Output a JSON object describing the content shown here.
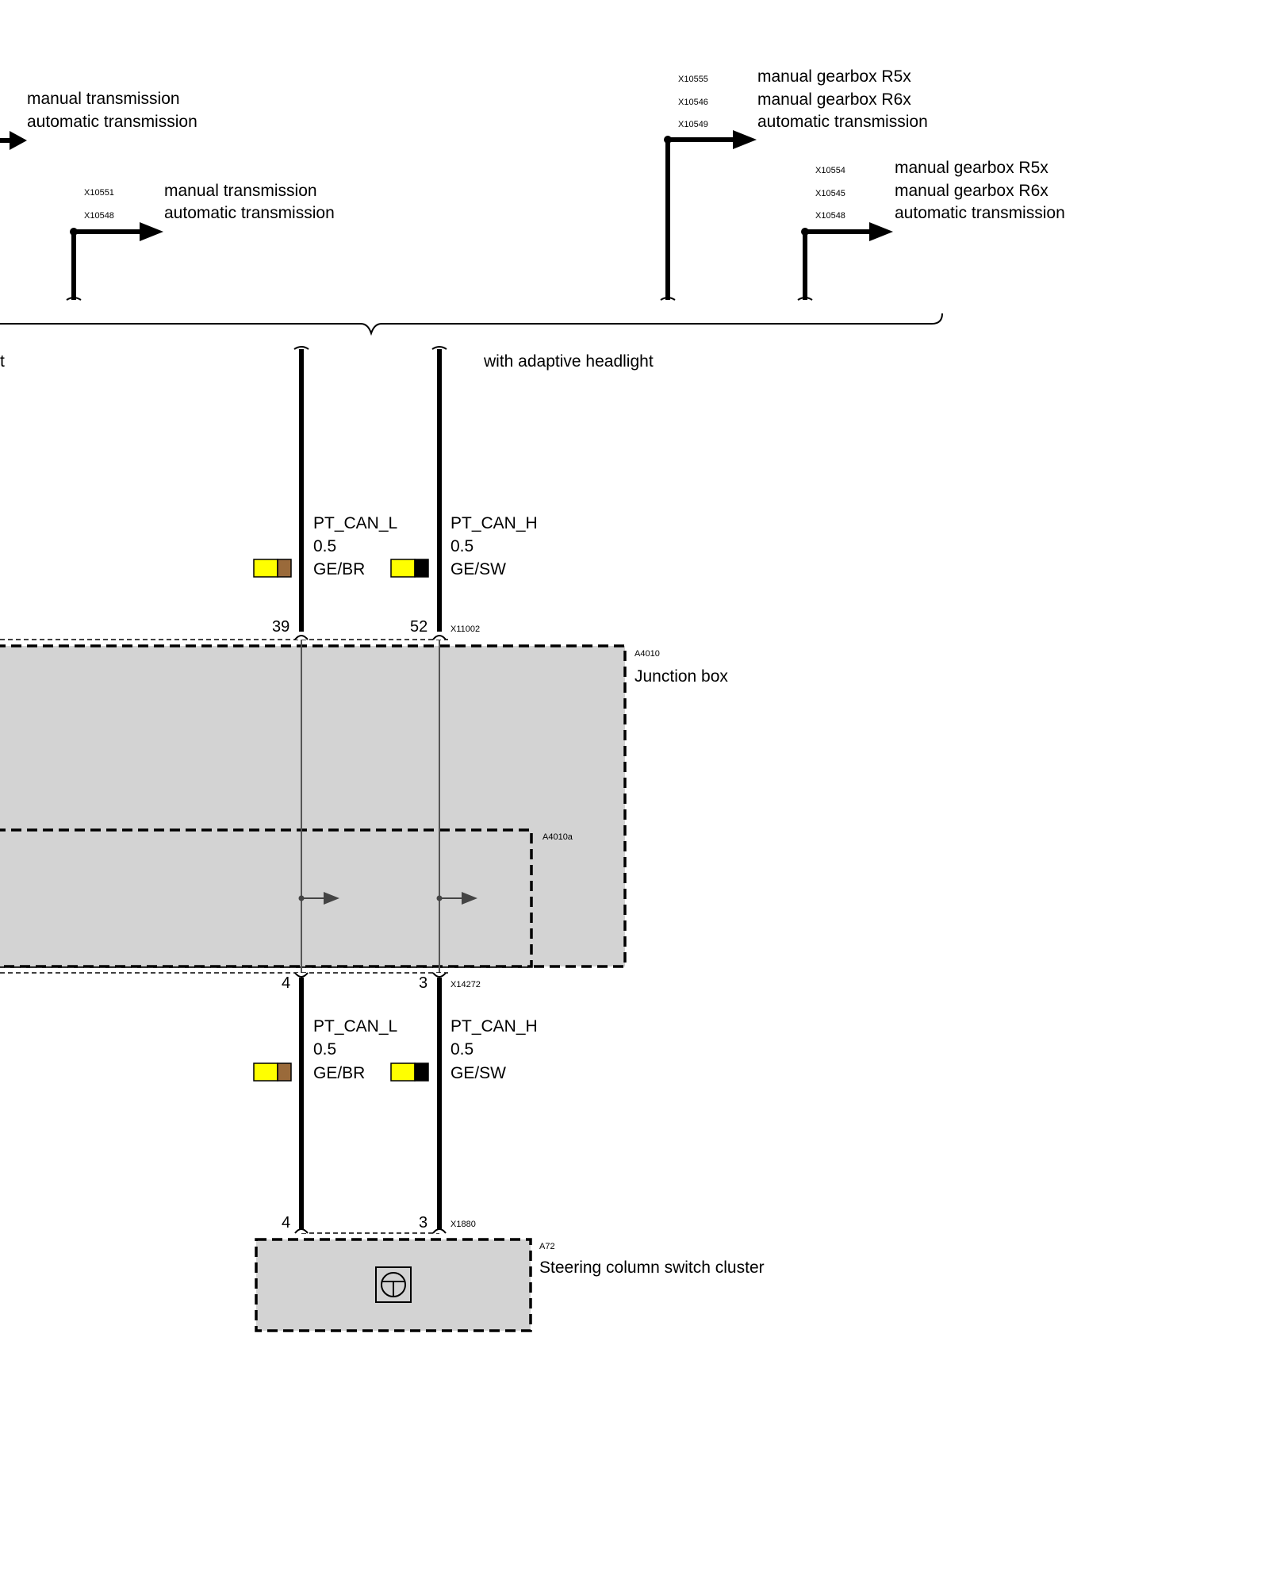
{
  "top_left_labels": [
    "manual transmission",
    "automatic transmission"
  ],
  "branch_left": {
    "connectors": [
      "X10551",
      "X10548"
    ],
    "labels": [
      "manual transmission",
      "automatic transmission"
    ]
  },
  "branch_mid": {
    "connectors": [
      "X10555",
      "X10546",
      "X10549"
    ],
    "labels": [
      "manual gearbox R5x",
      "manual gearbox R6x",
      "automatic transmission"
    ]
  },
  "branch_right": {
    "connectors": [
      "X10554",
      "X10545",
      "X10548"
    ],
    "labels": [
      "manual gearbox R5x",
      "manual gearbox R6x",
      "automatic transmission"
    ]
  },
  "brace_note_left": "t",
  "brace_note_right": "with adaptive headlight",
  "wires_upper": [
    {
      "signal": "PT_CAN_L",
      "gauge": "0.5",
      "color_code": "GE/BR",
      "colors": [
        "#ffff00",
        "#9a6a3a"
      ],
      "pin": "39"
    },
    {
      "signal": "PT_CAN_H",
      "gauge": "0.5",
      "color_code": "GE/SW",
      "colors": [
        "#ffff00",
        "#000000"
      ],
      "pin": "52"
    }
  ],
  "connector_upper": "X11002",
  "junction_box": {
    "id": "A4010",
    "name": "Junction box"
  },
  "inner_module": {
    "id": "A4010a"
  },
  "connector_lower": "X14272",
  "wires_lower": [
    {
      "signal": "PT_CAN_L",
      "gauge": "0.5",
      "color_code": "GE/BR",
      "colors": [
        "#ffff00",
        "#9a6a3a"
      ],
      "pin_top": "4",
      "pin_bottom": "4"
    },
    {
      "signal": "PT_CAN_H",
      "gauge": "0.5",
      "color_code": "GE/SW",
      "colors": [
        "#ffff00",
        "#000000"
      ],
      "pin_top": "3",
      "pin_bottom": "3"
    }
  ],
  "connector_bottom": "X1880",
  "steering_module": {
    "id": "A72",
    "name": "Steering column switch cluster"
  }
}
